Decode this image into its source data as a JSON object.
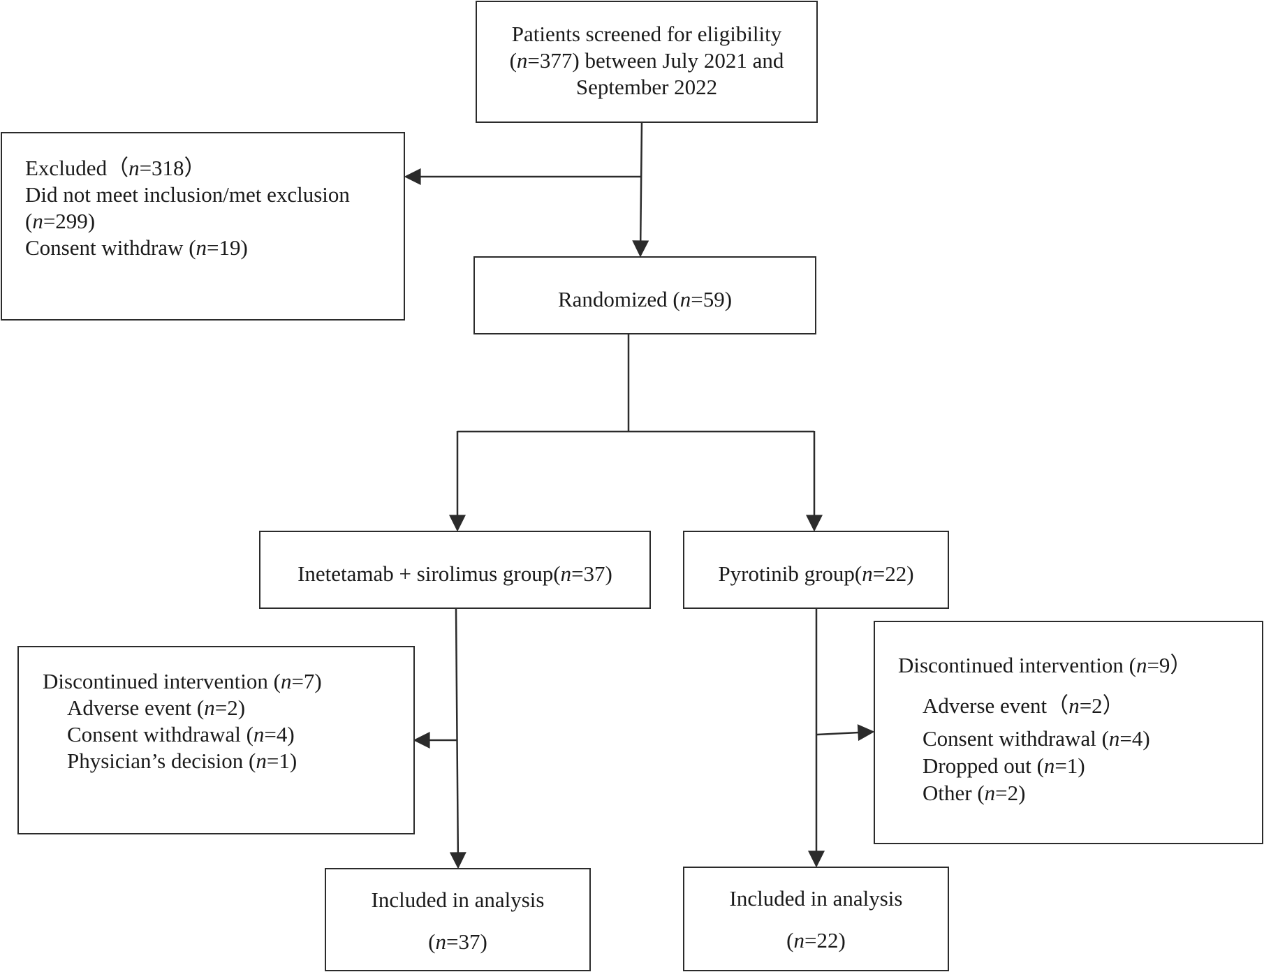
{
  "screened": {
    "l1": "Patients screened for eligibility",
    "l2_pre": "(",
    "l2_n": "n",
    "l2_post": "=377) between July 2021 and",
    "l3": "September 2022"
  },
  "excluded": {
    "l1_pre": "Excluded（",
    "l1_n": "n",
    "l1_post": "=318）",
    "l2": "Did not meet inclusion/met exclusion",
    "l3_pre": "(",
    "l3_n": "n",
    "l3_post": "=299)",
    "l4_pre": "Consent withdraw (",
    "l4_n": "n",
    "l4_post": "=19)"
  },
  "randomized": {
    "pre": "Randomized (",
    "n": "n",
    "post": "=59)"
  },
  "group_a": {
    "pre": "Inetetamab + sirolimus group(",
    "n": "n",
    "post": "=37)"
  },
  "group_b": {
    "pre": "Pyrotinib group(",
    "n": "n",
    "post": "=22)"
  },
  "disc_a": {
    "title_pre": "Discontinued intervention (",
    "title_n": "n",
    "title_post": "=7)",
    "items": [
      {
        "pre": "Adverse event (",
        "n": "n",
        "post": "=2)"
      },
      {
        "pre": "Consent withdrawal (",
        "n": "n",
        "post": "=4)"
      },
      {
        "pre": "Physician’s decision (",
        "n": "n",
        "post": "=1)"
      }
    ]
  },
  "disc_b": {
    "title_pre": "Discontinued intervention (",
    "title_n": "n",
    "title_post": "=9）",
    "items": [
      {
        "pre": "Adverse event（",
        "n": "n",
        "post": "=2）"
      },
      {
        "pre": "Consent withdrawal (",
        "n": "n",
        "post": "=4)"
      },
      {
        "pre": "Dropped out (",
        "n": "n",
        "post": "=1)"
      },
      {
        "pre": "Other (",
        "n": "n",
        "post": "=2)"
      }
    ]
  },
  "analysis_a": {
    "l1": "Included in analysis",
    "l2_pre": "(",
    "l2_n": "n",
    "l2_post": "=37)"
  },
  "analysis_b": {
    "l1": "Included in analysis",
    "l2_pre": "(",
    "l2_n": "n",
    "l2_post": "=22)"
  },
  "colors": {
    "line": "#2b2b2b",
    "text": "#1a1a1a",
    "background": "#ffffff"
  }
}
